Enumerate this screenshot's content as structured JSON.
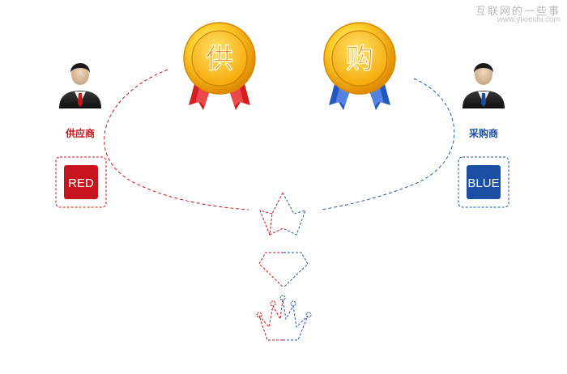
{
  "watermark": {
    "site_name": "互联网的一些事",
    "site_url": "www.yixieshi.com"
  },
  "supplier": {
    "label": "供应商",
    "medal_char": "供",
    "badge_text": "RED",
    "color": "#c8141c"
  },
  "buyer": {
    "label": "采购商",
    "medal_char": "购",
    "badge_text": "BLUE",
    "color": "#1a4fa3"
  },
  "colors": {
    "red_dash": "#c8141c",
    "blue_dash": "#2a56a3",
    "gold": "#f5b400",
    "ribbon_red": "#d42020",
    "ribbon_blue": "#2358c0"
  },
  "icons": [
    "person-icon",
    "medal-icon",
    "star-icon",
    "diamond-icon",
    "crown-icon"
  ]
}
